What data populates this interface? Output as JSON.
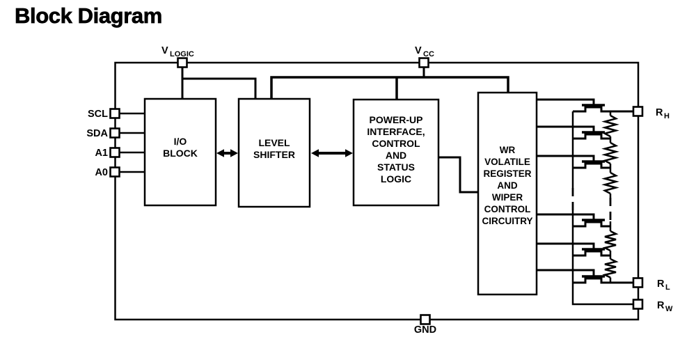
{
  "title": "Block Diagram",
  "colors": {
    "ink": "#000000",
    "background": "#ffffff"
  },
  "pins": {
    "vlogic": {
      "label": "V",
      "sub": "LOGIC"
    },
    "vcc": {
      "label": "V",
      "sub": "CC"
    },
    "scl": {
      "label": "SCL"
    },
    "sda": {
      "label": "SDA"
    },
    "a1": {
      "label": "A1"
    },
    "a0": {
      "label": "A0"
    },
    "rh": {
      "label": "R",
      "sub": "H"
    },
    "rl": {
      "label": "R",
      "sub": "L"
    },
    "rw": {
      "label": "R",
      "sub": "W"
    },
    "gnd": {
      "label": "GND"
    }
  },
  "blocks": {
    "io_block": {
      "lines": [
        "I/O",
        "BLOCK"
      ]
    },
    "level_shifter": {
      "lines": [
        "LEVEL",
        "SHIFTER"
      ]
    },
    "power_up": {
      "lines": [
        "POWER-UP",
        "INTERFACE,",
        "CONTROL",
        "AND",
        "STATUS",
        "LOGIC"
      ]
    },
    "wiper_control": {
      "lines": [
        "WR",
        "VOLATILE",
        "REGISTER",
        "AND",
        "WIPER",
        "CONTROL",
        "CIRCUITRY"
      ]
    }
  }
}
